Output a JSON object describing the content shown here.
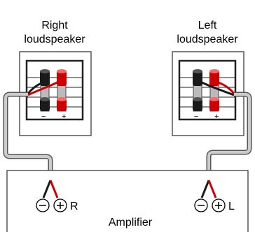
{
  "labels": {
    "right_speaker_line1": "Right",
    "right_speaker_line2": "loudspeaker",
    "left_speaker_line1": "Left",
    "left_speaker_line2": "loudspeaker",
    "amplifier": "Amplifier",
    "right_channel": "R",
    "left_channel": "L",
    "minus": "−",
    "plus": "+"
  },
  "colors": {
    "positive": "#cc0000",
    "negative": "#1a1a1a",
    "cable_outer": "#555555",
    "cable_inner": "#cccccc",
    "panel_fill": "#ffffff"
  },
  "icons": {
    "positive_terminal": "plus-circle-icon",
    "negative_terminal": "minus-circle-icon"
  }
}
